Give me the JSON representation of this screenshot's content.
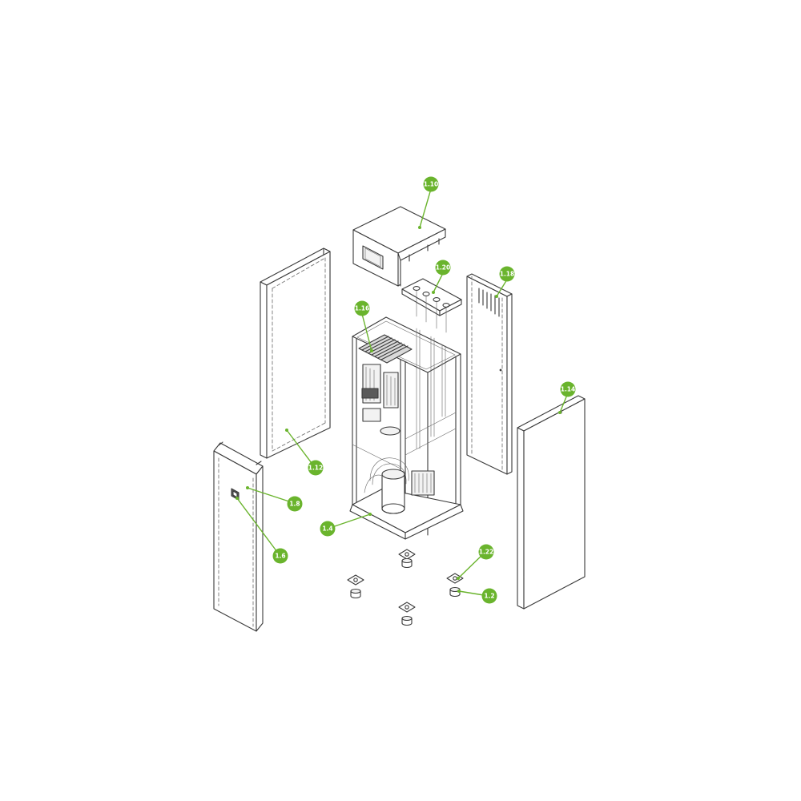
{
  "diagram": {
    "accent_color": "#6ab42d",
    "line_color": "#3a3a3a",
    "background_color": "#ffffff",
    "callouts": [
      {
        "id": "c-1-10",
        "label": "1.10",
        "part": "top-cover"
      },
      {
        "id": "c-1-20",
        "label": "1.20",
        "part": "top-connection-plate"
      },
      {
        "id": "c-1-18",
        "label": "1.18",
        "part": "rear-panel"
      },
      {
        "id": "c-1-16",
        "label": "1.16",
        "part": "frame-assembly"
      },
      {
        "id": "c-1-14",
        "label": "1.14",
        "part": "right-side-panel"
      },
      {
        "id": "c-1-12",
        "label": "1.12",
        "part": "left-side-panel"
      },
      {
        "id": "c-1-8",
        "label": "1.8",
        "part": "front-panel"
      },
      {
        "id": "c-1-6",
        "label": "1.6",
        "part": "display-window"
      },
      {
        "id": "c-1-4",
        "label": "1.4",
        "part": "base-frame"
      },
      {
        "id": "c-1-22",
        "label": "1.22",
        "part": "foot-plate"
      },
      {
        "id": "c-1-2",
        "label": "1.2",
        "part": "adjustable-foot"
      }
    ]
  }
}
